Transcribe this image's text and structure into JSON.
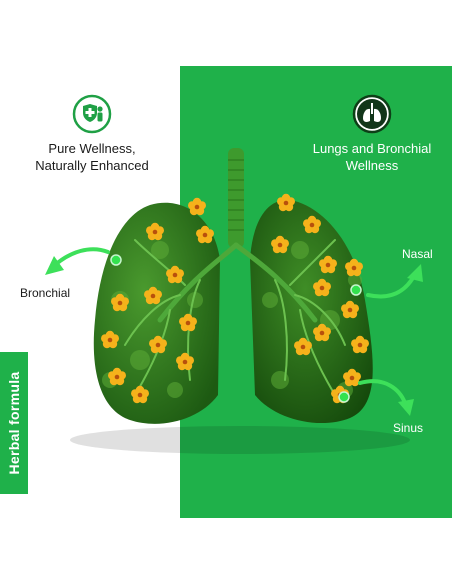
{
  "features": {
    "left": {
      "line1": "Pure Wellness,",
      "line2": "Naturally Enhanced",
      "icon": "shield-person-icon"
    },
    "right": {
      "line1": "Lungs and Bronchial",
      "line2": "Wellness",
      "icon": "lungs-icon"
    }
  },
  "callouts": {
    "bronchial": "Bronchial",
    "nasal": "Nasal",
    "sinus": "Sinus"
  },
  "side_tab": "Herbal formula",
  "colors": {
    "brand_green": "#1fb14a",
    "arrow_green": "#3de05a",
    "flower_yellow": "#f5b21b"
  }
}
